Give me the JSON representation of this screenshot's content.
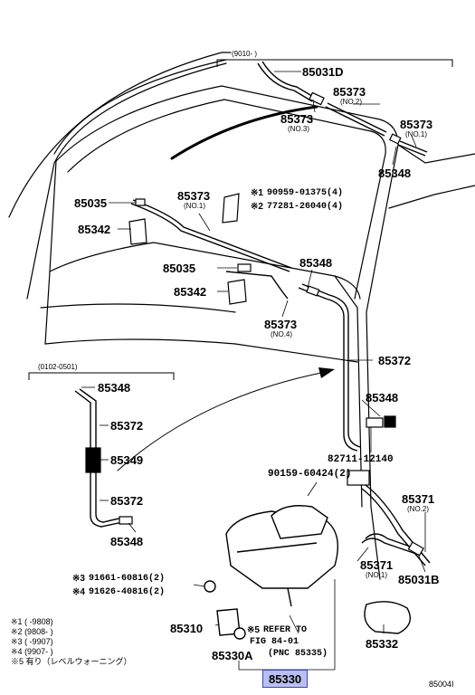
{
  "diagram": {
    "ranges": {
      "top": "(9010-      )",
      "left": "(0102-0501)"
    },
    "top_group": {
      "p85031d": "85031D",
      "p85373_no2": "85373",
      "no2": "(NO.2)",
      "p85373_no3": "85373",
      "no3": "(NO.3)",
      "p85373_no1": "85373",
      "no1": "(NO.1)",
      "p85348": "85348"
    },
    "middle_group": {
      "p85035_a": "85035",
      "p85342_a": "85342",
      "p85373_no1": "85373",
      "no1": "(NO.1)",
      "mark1": "※1",
      "bolt1": "90959-01375(4)",
      "mark2": "※2",
      "bolt2": "77281-26040(4)",
      "p85035_b": "85035",
      "p85348": "85348",
      "p85342_b": "85342",
      "p85373_no4": "85373",
      "no4": "(NO.4)",
      "p85372": "85372",
      "p85348_b": "85348",
      "p82711": "82711-12140"
    },
    "left_group": {
      "p85348_a": "85348",
      "p85372_a": "85372",
      "p85349": "85349",
      "p85372_b": "85372",
      "p85348_b": "85348"
    },
    "lower_group": {
      "p90159": "90159-60424(2)",
      "p85371_no2": "85371",
      "no2": "(NO.2)",
      "p85371_no1": "85371",
      "no1": "(NO.1)",
      "p85031b": "85031B",
      "mark3": "※3",
      "p91661": "91661-60816(2)",
      "mark4": "※4",
      "p91626": "91626-40816(2)",
      "p85310": "85310",
      "note_mark": "※5",
      "note_line1": "REFER TO",
      "note_line2": "FIG 84-01",
      "note_line3": "(PNC 85335)",
      "p85330a": "85330A",
      "p85332": "85332",
      "p85330": "85330"
    },
    "legend": [
      {
        "mark": "※1",
        "text": "(      -9808)"
      },
      {
        "mark": "※2",
        "text": "(9808-        )"
      },
      {
        "mark": "※3",
        "text": "(         -9907)"
      },
      {
        "mark": "※4",
        "text": "(9907-       )"
      },
      {
        "mark": "※5",
        "text": "有り（レベルウォーニング）"
      }
    ],
    "figure_id": "85004I"
  }
}
